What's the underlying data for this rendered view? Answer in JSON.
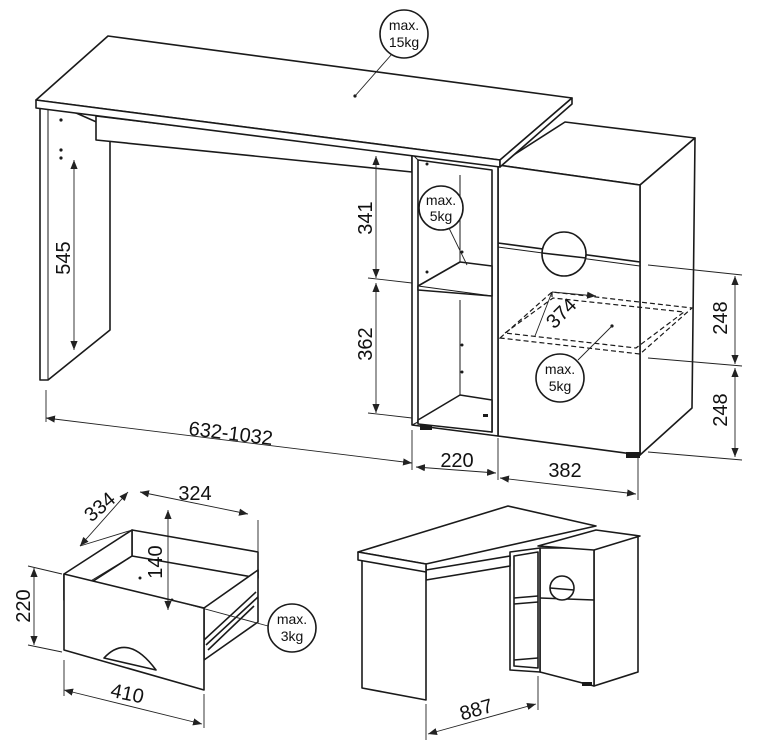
{
  "dimensions": {
    "desk_height": "545",
    "desk_width": "632-1032",
    "shelf_upper": "341",
    "shelf_lower": "362",
    "shelf_depth": "220",
    "cabinet_depth": "382",
    "drawer_depth_inner": "374",
    "drawer_height_top": "248",
    "drawer_height_bottom": "248",
    "drawer_width": "334",
    "drawer_length": "324",
    "drawer_inner_height": "140",
    "drawer_front_height": "220",
    "drawer_front_width": "410",
    "corner_width": "887"
  },
  "load_badges": {
    "top": {
      "line1": "max.",
      "line2": "15kg"
    },
    "shelf": {
      "line1": "max.",
      "line2": "5kg"
    },
    "drawer_shelf": {
      "line1": "max.",
      "line2": "5kg"
    },
    "drawer": {
      "line1": "max.",
      "line2": "3kg"
    }
  }
}
